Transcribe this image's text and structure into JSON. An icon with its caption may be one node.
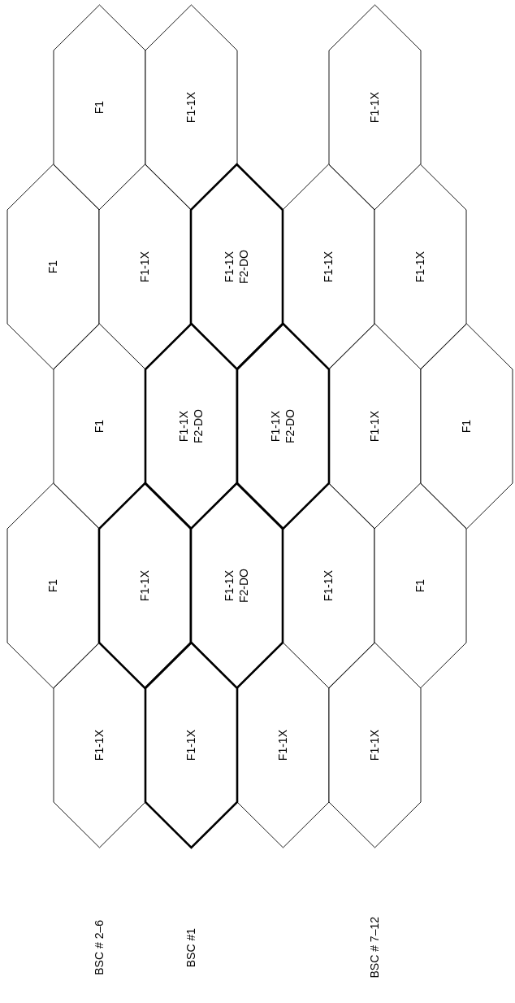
{
  "diagram": {
    "nodes": [
      {
        "text": [
          "F1"
        ]
      },
      {
        "text": [
          "F1-1X"
        ]
      },
      {
        "text": [
          "F1-1X"
        ]
      },
      {
        "text": [
          "F1"
        ]
      },
      {
        "text": [
          "F1-1X"
        ]
      },
      {
        "text": [
          "F1-1X",
          "F2-DO"
        ]
      },
      {
        "text": [
          "F1-1X"
        ]
      },
      {
        "text": [
          "F1-1X"
        ]
      },
      {
        "text": [
          "F1"
        ]
      },
      {
        "text": [
          "F1-1X",
          "F2-DO"
        ]
      },
      {
        "text": [
          "F1-1X",
          "F2-DO"
        ]
      },
      {
        "text": [
          "F1-1X"
        ]
      },
      {
        "text": [
          "F1"
        ]
      },
      {
        "text": [
          "F1"
        ]
      },
      {
        "text": [
          "F1-1X"
        ]
      },
      {
        "text": [
          "F1-1X",
          "F2-DO"
        ]
      },
      {
        "text": [
          "F1-1X"
        ]
      },
      {
        "text": [
          "F1"
        ]
      },
      {
        "text": [
          "F1-1X"
        ]
      },
      {
        "text": [
          "F1-1X"
        ]
      },
      {
        "text": [
          "F1-1X"
        ]
      },
      {
        "text": [
          "F1-1X"
        ]
      }
    ],
    "labels": [
      "BSC # 2–6",
      "BSC #1",
      "BSC # 7–12"
    ]
  }
}
